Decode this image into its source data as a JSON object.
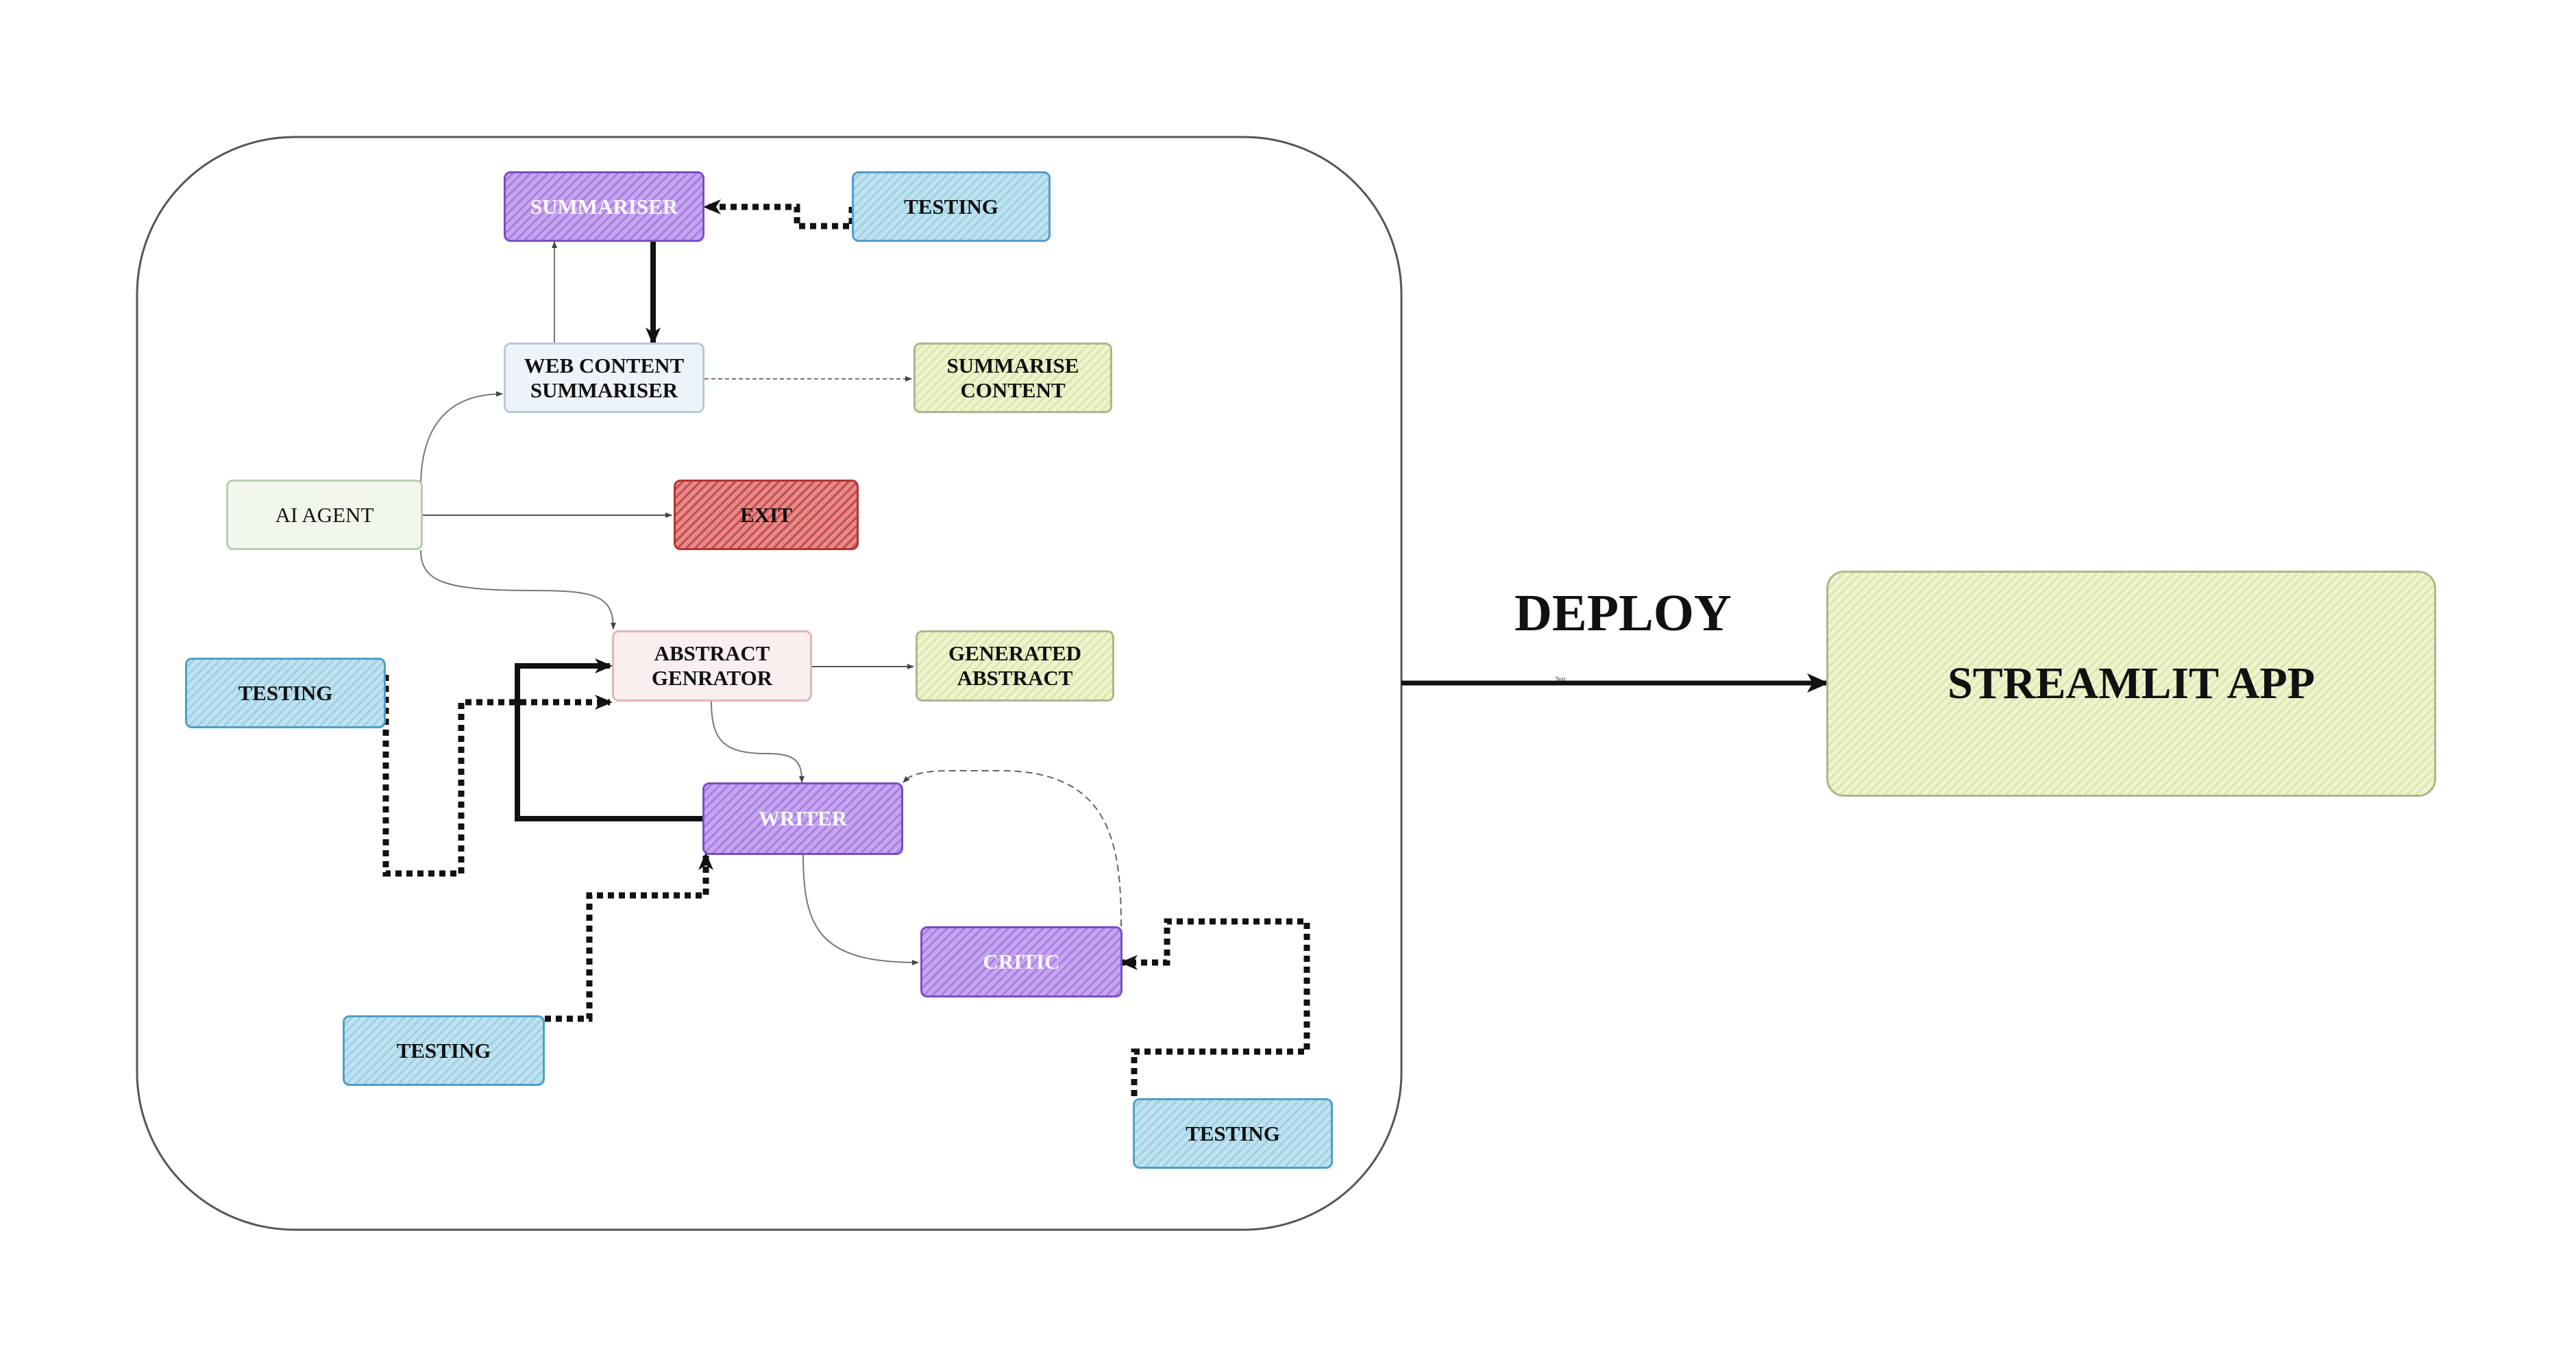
{
  "nodes": {
    "summariser": "SUMMARISER",
    "testing_top": "TESTING",
    "web_content_summariser": [
      "WEB CONTENT",
      "SUMMARISER"
    ],
    "summarise_content": [
      "SUMMARISE",
      "CONTENT"
    ],
    "ai_agent": "AI AGENT",
    "exit": "EXIT",
    "abstract_genrator": [
      "ABSTRACT",
      "GENRATOR"
    ],
    "generated_abstract": [
      "GENERATED",
      "ABSTRACT"
    ],
    "testing_left": "TESTING",
    "writer": "WRITER",
    "critic": "CRITIC",
    "testing_bottom_left": "TESTING",
    "testing_bottom_right": "TESTING",
    "streamlit_app": "STREAMLIT APP"
  },
  "edges": {
    "deploy_label": "DEPLOY",
    "deploy_small_label": "Text"
  },
  "colors": {
    "testing": "#9fd0e6",
    "agent_step": "#a97ee2",
    "output": "#dbe8a8",
    "exit": "#c94a4a",
    "container_border": "#555555"
  }
}
